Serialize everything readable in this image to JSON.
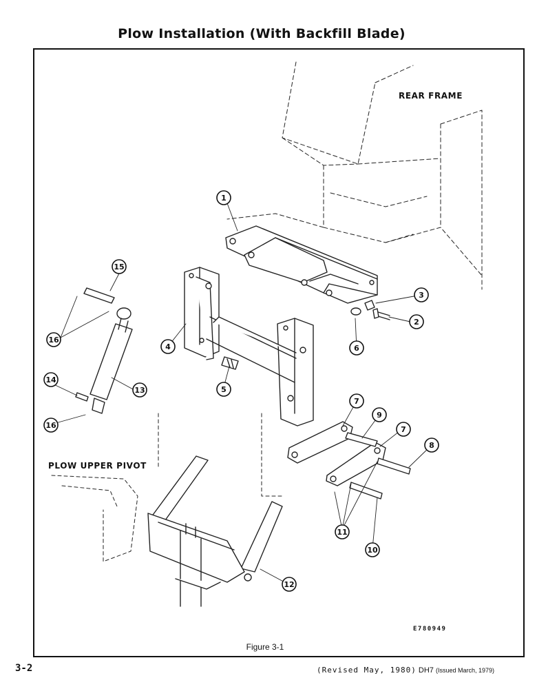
{
  "page": {
    "title": "Plow Installation (With Backfill Blade)",
    "figure_caption": "Figure 3-1",
    "page_number": "3-2",
    "revision": "(Revised May, 1980)",
    "model": "DH7",
    "issued": "(Issued March, 1979)"
  },
  "diagram": {
    "labels": {
      "rear_frame": "REAR FRAME",
      "plow_upper_pivot": "PLOW UPPER PIVOT",
      "drawing_code": "E780949"
    },
    "callouts": [
      "1",
      "2",
      "3",
      "4",
      "5",
      "6",
      "7",
      "7",
      "8",
      "9",
      "10",
      "11",
      "12",
      "13",
      "14",
      "15",
      "16",
      "16"
    ]
  }
}
